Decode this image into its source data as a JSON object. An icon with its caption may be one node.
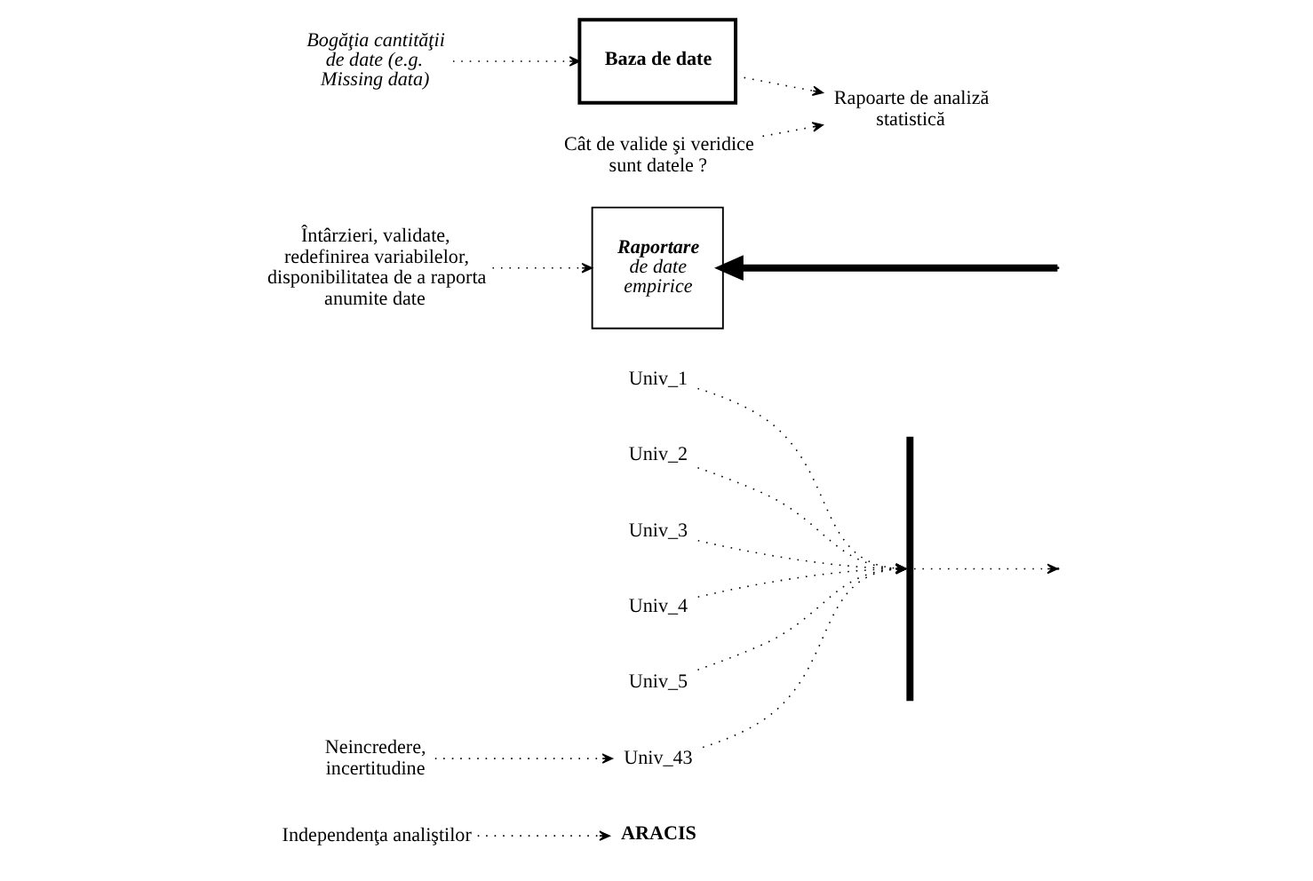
{
  "diagram": {
    "nodes": [
      {
        "text": [
          "Independenţa analiştilor"
        ]
      },
      {
        "text": [
          "ARACIS"
        ]
      },
      {
        "text": [
          "Univ_1"
        ]
      },
      {
        "text": [
          "Univ_2"
        ]
      },
      {
        "text": [
          "Univ_3"
        ]
      },
      {
        "text": [
          "Univ_4"
        ]
      },
      {
        "text": [
          "Univ_5"
        ]
      },
      {
        "text": [
          "Univ_43"
        ]
      },
      {
        "text": [
          "**Raportare** de date empirice"
        ]
      },
      {
        "text": [],
        "shape": "bar"
      },
      {
        "text": [
          "Bogăţia cantităţii de date (e.g. Missing data)"
        ]
      },
      {
        "text": [
          "Baza de date"
        ]
      },
      {
        "text": [
          "Rapoarte de analiză statistică"
        ]
      },
      {
        "text": [
          "Neincredere, incertitudine"
        ]
      },
      {
        "text": [
          "Întârzieri, validate, redefinirea variabilelor, disponibilitatea de a raporta anumite date"
        ]
      },
      {
        "text": [
          "Cât de valide şi veridice sunt datele ?"
        ]
      }
    ],
    "edges": [
      {
        "from": 0,
        "to": 1,
        "arrow": "to",
        "style": "dashed"
      },
      {
        "from": 2,
        "to": 9,
        "arrow": "to",
        "style": "dashed"
      },
      {
        "from": 3,
        "to": 9,
        "arrow": "to",
        "style": "dashed"
      },
      {
        "from": 4,
        "to": 9,
        "arrow": "to",
        "style": "dashed"
      },
      {
        "from": 5,
        "to": 9,
        "arrow": "to",
        "style": "dashed"
      },
      {
        "from": 6,
        "to": 9,
        "arrow": "to",
        "style": "dashed"
      },
      {
        "from": 7,
        "to": 9,
        "arrow": "to",
        "style": "dashed"
      },
      {
        "from": 9,
        "to": null,
        "arrow": "to",
        "style": "dashed"
      },
      {
        "from": 10,
        "to": 11,
        "arrow": "to",
        "style": "dashed"
      },
      {
        "from": 11,
        "to": 12,
        "arrow": "to",
        "style": "dashed"
      },
      {
        "from": 15,
        "to": 12,
        "arrow": "to",
        "style": "dashed"
      },
      {
        "from": 13,
        "to": 7,
        "arrow": "to",
        "style": "dashed"
      },
      {
        "from": 14,
        "to": 8,
        "arrow": "to",
        "style": "dashed"
      },
      {
        "from": null,
        "to": 8,
        "arrow": "to",
        "style": "thick"
      }
    ]
  }
}
